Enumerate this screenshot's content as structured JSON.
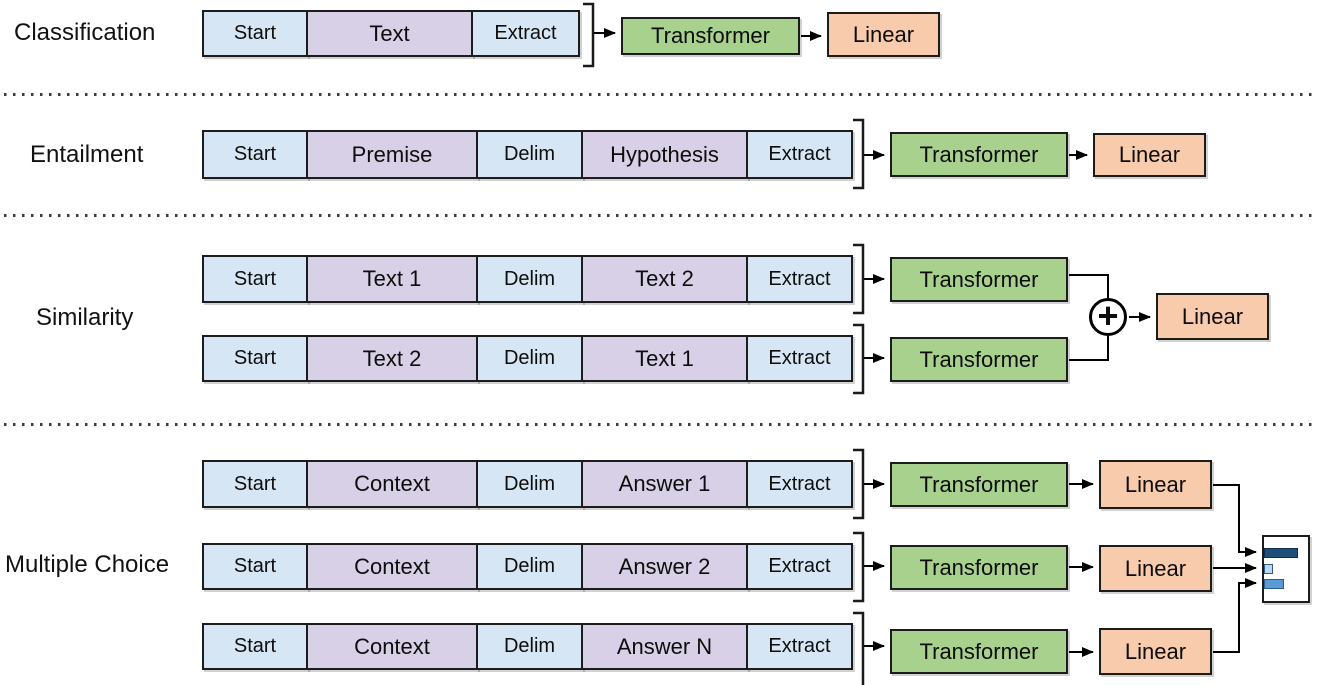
{
  "figure": {
    "blocks": {
      "transformer": "Transformer",
      "linear": "Linear"
    },
    "operators": {
      "sum": "+"
    },
    "sections": [
      {
        "label": "Classification",
        "rows": [
          {
            "tokens": [
              {
                "label": "Start"
              },
              {
                "label": "Text"
              },
              {
                "label": "Extract"
              }
            ]
          }
        ]
      },
      {
        "label": "Entailment",
        "rows": [
          {
            "tokens": [
              {
                "label": "Start"
              },
              {
                "label": "Premise"
              },
              {
                "label": "Delim"
              },
              {
                "label": "Hypothesis"
              },
              {
                "label": "Extract"
              }
            ]
          }
        ]
      },
      {
        "label": "Similarity",
        "rows": [
          {
            "tokens": [
              {
                "label": "Start"
              },
              {
                "label": "Text 1"
              },
              {
                "label": "Delim"
              },
              {
                "label": "Text 2"
              },
              {
                "label": "Extract"
              }
            ]
          },
          {
            "tokens": [
              {
                "label": "Start"
              },
              {
                "label": "Text 2"
              },
              {
                "label": "Delim"
              },
              {
                "label": "Text 1"
              },
              {
                "label": "Extract"
              }
            ]
          }
        ]
      },
      {
        "label": "Multiple Choice",
        "rows": [
          {
            "tokens": [
              {
                "label": "Start"
              },
              {
                "label": "Context"
              },
              {
                "label": "Delim"
              },
              {
                "label": "Answer 1"
              },
              {
                "label": "Extract"
              }
            ]
          },
          {
            "tokens": [
              {
                "label": "Start"
              },
              {
                "label": "Context"
              },
              {
                "label": "Delim"
              },
              {
                "label": "Answer 2"
              },
              {
                "label": "Extract"
              }
            ]
          },
          {
            "tokens": [
              {
                "label": "Start"
              },
              {
                "label": "Context"
              },
              {
                "label": "Delim"
              },
              {
                "label": "Answer N"
              },
              {
                "label": "Extract"
              }
            ]
          }
        ]
      }
    ],
    "colors": {
      "token_special": "#d7e6f4",
      "token_content": "#d8d0e6",
      "transformer": "#a9d18e",
      "linear": "#f7cbac",
      "score_bar_1": "#1f4e79",
      "score_bar_2": "#bdd7ee",
      "score_bar_3": "#5b9bd5",
      "line": "#000000"
    }
  }
}
